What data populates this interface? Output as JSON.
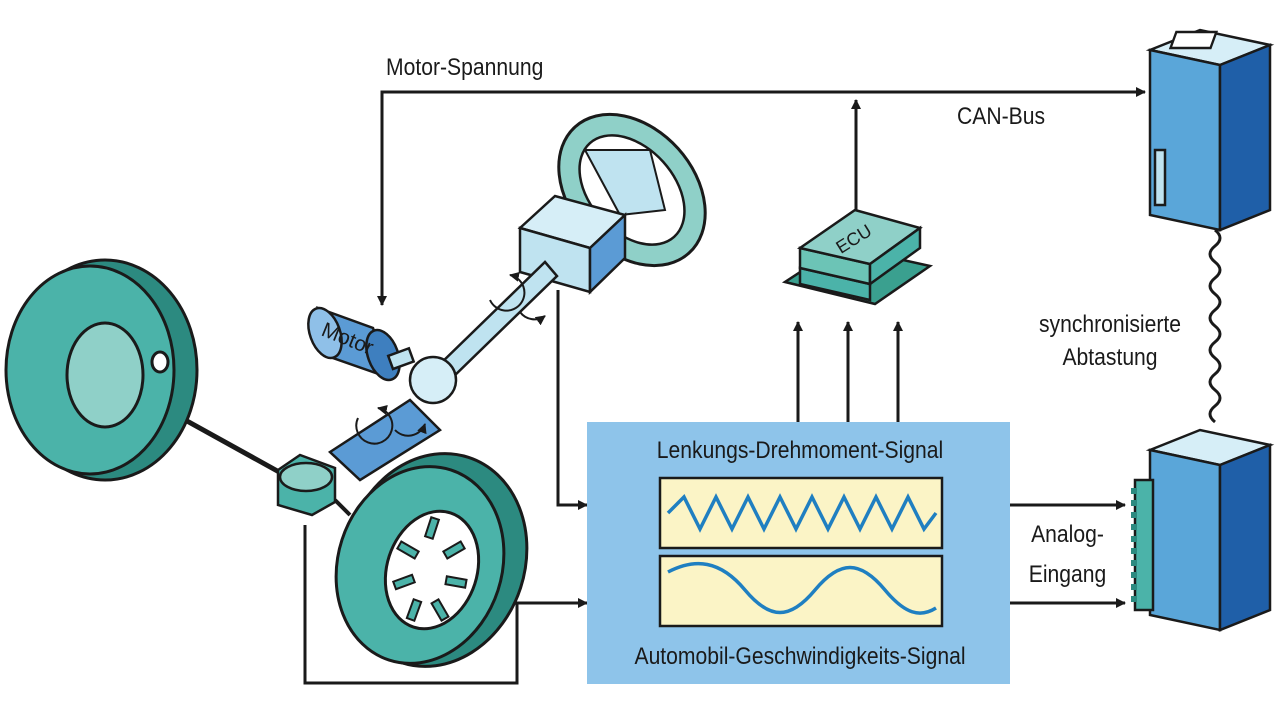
{
  "labels": {
    "motor_voltage": "Motor-Spannung",
    "can_bus": "CAN-Bus",
    "ecu": "ECU",
    "motor": "Motor",
    "sync_sampling_line1": "synchronisierte",
    "sync_sampling_line2": "Abtastung",
    "analog_input_line1": "Analog-",
    "analog_input_line2": "Eingang",
    "steering_torque_signal": "Lenkungs-Drehmoment-Signal",
    "vehicle_speed_signal": "Automobil-Geschwindigkeits-Signal"
  },
  "colors": {
    "wheel": "#4bb3a9",
    "wheel_dark": "#2c8a80",
    "steering_wheel": "#8fd0c8",
    "component_blue": "#5b9bd5",
    "component_light": "#bfe3f0",
    "signal_panel": "#8ec4ea",
    "signal_box": "#fbf4c6",
    "waveform": "#1f7fc1",
    "line": "#1a1a1a",
    "daq_device": "#5aa6d9"
  },
  "icons": [
    "steering-wheel-icon",
    "wheel-icon",
    "motor-icon",
    "ecu-icon",
    "daq-device-icon"
  ]
}
